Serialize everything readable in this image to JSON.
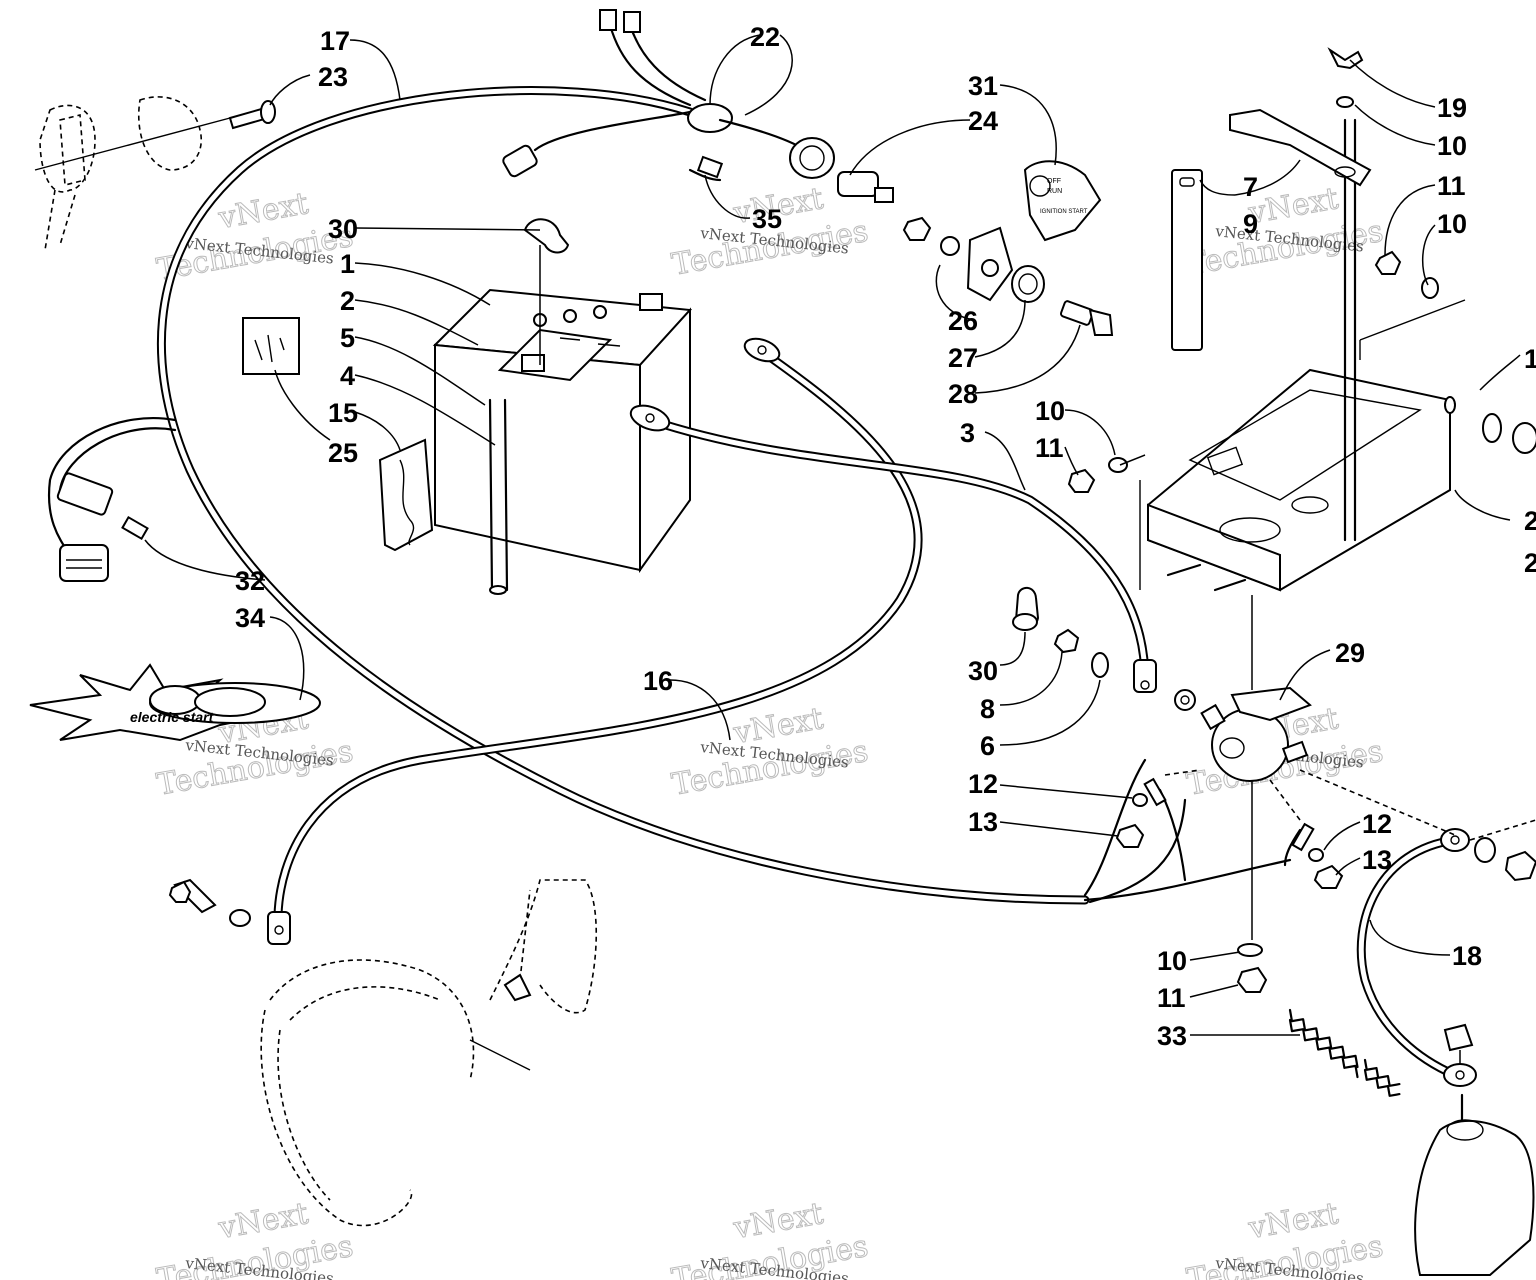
{
  "callouts": {
    "c1": "1",
    "c2": "2",
    "c3": "3",
    "c4": "4",
    "c5": "5",
    "c6": "6",
    "c7": "7",
    "c8": "8",
    "c9": "9",
    "c10a": "10",
    "c10b": "10",
    "c10c": "10",
    "c10d": "10",
    "c11a": "11",
    "c11b": "11",
    "c11c": "11",
    "c12a": "12",
    "c12b": "12",
    "c13a": "13",
    "c13b": "13",
    "c15": "15",
    "c16": "16",
    "c17": "17",
    "c18": "18",
    "c19": "19",
    "c22": "22",
    "c23": "23",
    "c24": "24",
    "c25": "25",
    "c26": "26",
    "c27": "27",
    "c28": "28",
    "c29": "29",
    "c30a": "30",
    "c30b": "30",
    "c31": "31",
    "c32": "32",
    "c33": "33",
    "c34": "34",
    "c35": "35",
    "edge1": "1",
    "edge2a": "2",
    "edge2b": "2"
  },
  "watermark": {
    "line1": "vNext Technologies",
    "line2": "vNext",
    "line3": "Technologies"
  },
  "decal": {
    "logo_text": "electric start",
    "switch_plate_off": "OFF",
    "switch_plate_run": "RUN",
    "switch_plate_start": "IGNITION START"
  }
}
